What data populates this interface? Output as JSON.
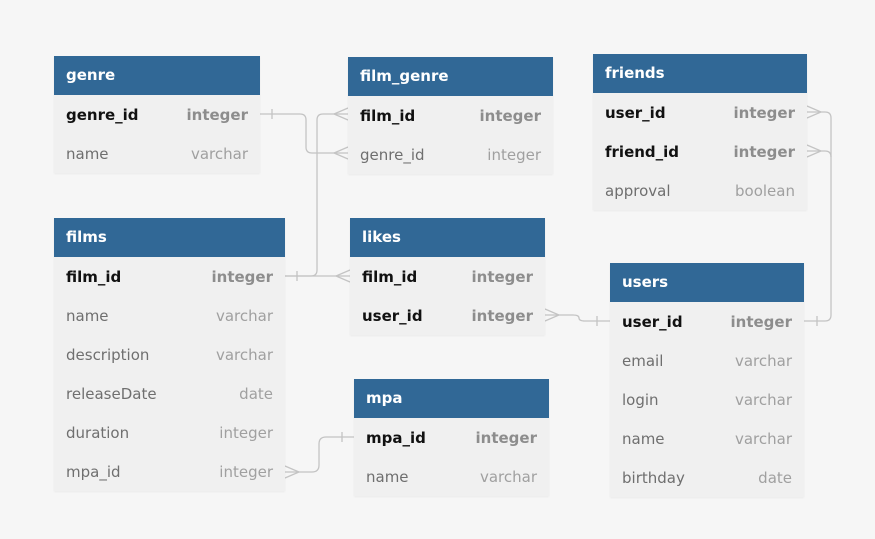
{
  "tables": {
    "genre": {
      "title": "genre",
      "columns": [
        {
          "name": "genre_id",
          "type": "integer",
          "key": true
        },
        {
          "name": "name",
          "type": "varchar",
          "key": false
        }
      ]
    },
    "film_genre": {
      "title": "film_genre",
      "columns": [
        {
          "name": "film_id",
          "type": "integer",
          "key": true
        },
        {
          "name": "genre_id",
          "type": "integer",
          "key": false
        }
      ]
    },
    "friends": {
      "title": "friends",
      "columns": [
        {
          "name": "user_id",
          "type": "integer",
          "key": true
        },
        {
          "name": "friend_id",
          "type": "integer",
          "key": true
        },
        {
          "name": "approval",
          "type": "boolean",
          "key": false
        }
      ]
    },
    "films": {
      "title": "films",
      "columns": [
        {
          "name": "film_id",
          "type": "integer",
          "key": true
        },
        {
          "name": "name",
          "type": "varchar",
          "key": false
        },
        {
          "name": "description",
          "type": "varchar",
          "key": false
        },
        {
          "name": "releaseDate",
          "type": "date",
          "key": false
        },
        {
          "name": "duration",
          "type": "integer",
          "key": false
        },
        {
          "name": "mpa_id",
          "type": "integer",
          "key": false
        }
      ]
    },
    "likes": {
      "title": "likes",
      "columns": [
        {
          "name": "film_id",
          "type": "integer",
          "key": true
        },
        {
          "name": "user_id",
          "type": "integer",
          "key": true
        }
      ]
    },
    "users": {
      "title": "users",
      "columns": [
        {
          "name": "user_id",
          "type": "integer",
          "key": true
        },
        {
          "name": "email",
          "type": "varchar",
          "key": false
        },
        {
          "name": "login",
          "type": "varchar",
          "key": false
        },
        {
          "name": "name",
          "type": "varchar",
          "key": false
        },
        {
          "name": "birthday",
          "type": "date",
          "key": false
        }
      ]
    },
    "mpa": {
      "title": "mpa",
      "columns": [
        {
          "name": "mpa_id",
          "type": "integer",
          "key": true
        },
        {
          "name": "name",
          "type": "varchar",
          "key": false
        }
      ]
    }
  },
  "colors": {
    "header_bg": "#316896",
    "header_text": "#ffffff",
    "table_bg": "#f0f0f0",
    "connector": "#c4c4c4",
    "canvas_bg": "#f6f6f6"
  }
}
